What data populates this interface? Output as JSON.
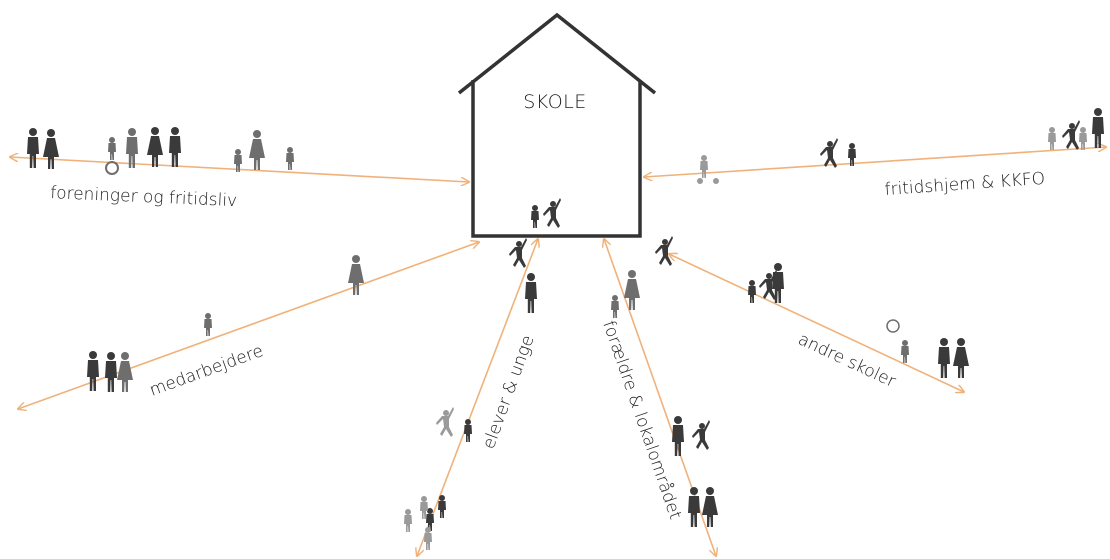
{
  "center": {
    "label": "SKOLE"
  },
  "relations": [
    {
      "id": "foreninger",
      "label": "foreninger og fritidsliv"
    },
    {
      "id": "fritidshjem",
      "label": "fritidshjem & KKFO"
    },
    {
      "id": "medarbejdere",
      "label": "medarbejdere"
    },
    {
      "id": "elever",
      "label": "elever & unge"
    },
    {
      "id": "foraeldre",
      "label": "forældre & lokalområdet"
    },
    {
      "id": "andre",
      "label": "andre skoler"
    }
  ],
  "colors": {
    "arrow": "#f0b27a",
    "house_outline": "#333333",
    "silhouette_dark": "#3a3a3a",
    "silhouette_mid": "#6e6e6e",
    "silhouette_light": "#9a9a9a"
  }
}
